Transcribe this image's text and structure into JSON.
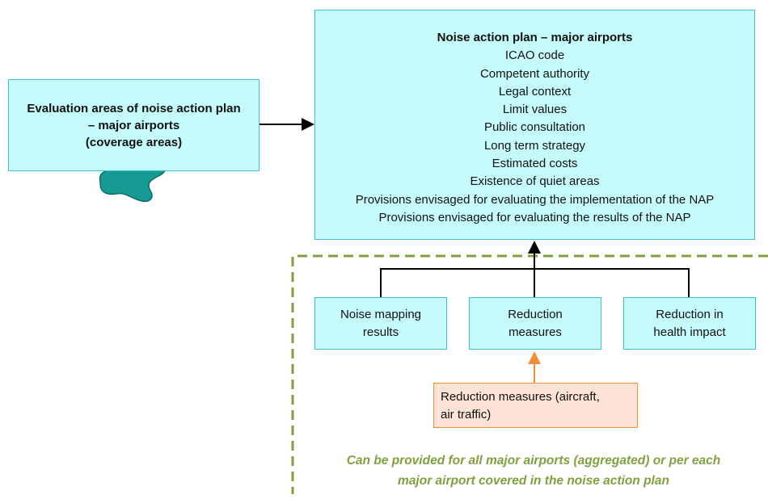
{
  "evaluation_box": {
    "lines": [
      "Evaluation areas of noise action plan",
      "– major airports",
      "(coverage areas)"
    ]
  },
  "noise_action_plan": {
    "title": "Noise action plan – major airports",
    "items": [
      "ICAO code",
      "Competent authority",
      "Legal context",
      "Limit values",
      "Public consultation",
      "Long term strategy",
      "Estimated costs",
      "Existence of quiet areas",
      "Provisions envisaged for evaluating the implementation of the NAP",
      "Provisions envisaged for evaluating the results of the NAP"
    ]
  },
  "inputs": {
    "noise_mapping": [
      "Noise mapping",
      "results"
    ],
    "reduction_measures": [
      "Reduction",
      "measures"
    ],
    "health_impact": [
      "Reduction in",
      "health impact"
    ]
  },
  "aircraft_box": {
    "lines": [
      "Reduction measures (aircraft,",
      "air traffic)"
    ]
  },
  "note": {
    "lines": [
      "Can be provided for all major airports (aggregated) or per each",
      "major airport covered in the noise action plan"
    ]
  },
  "colors": {
    "box_fill": "#c6fbfb",
    "box_border": "#3cc3cf",
    "orange_fill": "#fde3d5",
    "orange_border": "#ef8f3c",
    "dashed_green": "#7ea13e",
    "blob": "#159b94"
  }
}
